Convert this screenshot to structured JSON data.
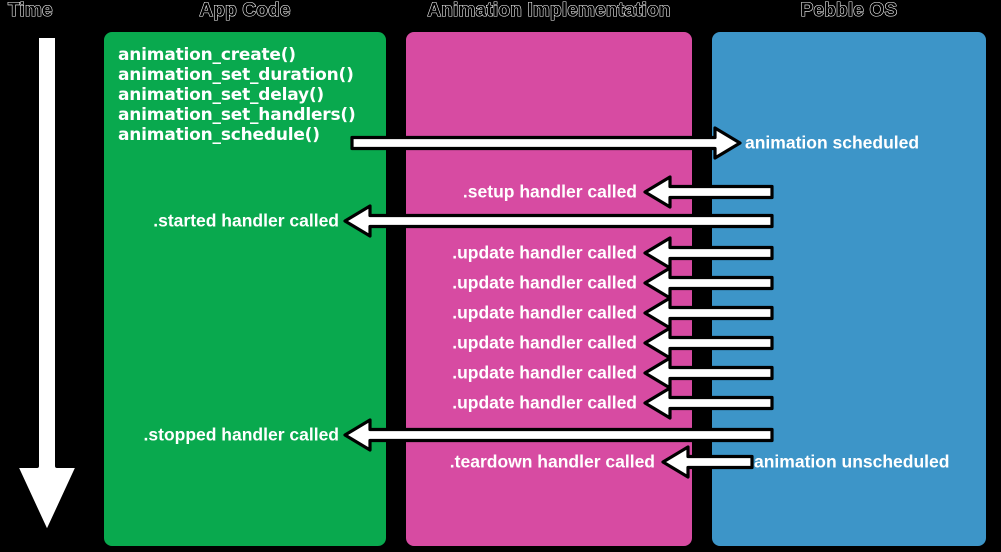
{
  "diagram": {
    "title": "Pebble Animation Sequence Diagram",
    "background": "#000000",
    "time_axis": {
      "label": "Time",
      "direction": "down",
      "arrow_color": "#ffffff",
      "outline_color": "#000000"
    },
    "columns": [
      {
        "key": "app",
        "header": "App Code",
        "color": "#09a94e"
      },
      {
        "key": "impl",
        "header": "Animation Implementation",
        "color": "#d74ba2"
      },
      {
        "key": "os",
        "header": "Pebble OS",
        "color": "#3d95c8"
      }
    ],
    "app_code_calls": [
      "animation_create()",
      "animation_set_duration()",
      "animation_set_delay()",
      "animation_set_handlers()",
      "animation_schedule()"
    ],
    "events": [
      {
        "id": "scheduled",
        "label": "animation scheduled",
        "lane": "os",
        "direction": "right",
        "from": "app",
        "to": "os"
      },
      {
        "id": "setup",
        "label": ".setup handler called",
        "lane": "impl",
        "direction": "left",
        "from": "os",
        "to": "impl"
      },
      {
        "id": "started",
        "label": ".started handler called",
        "lane": "app",
        "direction": "left",
        "from": "os",
        "to": "app"
      },
      {
        "id": "update-1",
        "label": ".update handler called",
        "lane": "impl",
        "direction": "left",
        "from": "os",
        "to": "impl"
      },
      {
        "id": "update-2",
        "label": ".update handler called",
        "lane": "impl",
        "direction": "left",
        "from": "os",
        "to": "impl"
      },
      {
        "id": "update-3",
        "label": ".update handler called",
        "lane": "impl",
        "direction": "left",
        "from": "os",
        "to": "impl"
      },
      {
        "id": "update-4",
        "label": ".update handler called",
        "lane": "impl",
        "direction": "left",
        "from": "os",
        "to": "impl"
      },
      {
        "id": "update-5",
        "label": ".update handler called",
        "lane": "impl",
        "direction": "left",
        "from": "os",
        "to": "impl"
      },
      {
        "id": "update-6",
        "label": ".update handler called",
        "lane": "impl",
        "direction": "left",
        "from": "os",
        "to": "impl"
      },
      {
        "id": "stopped",
        "label": ".stopped handler called",
        "lane": "app",
        "direction": "left",
        "from": "os",
        "to": "app"
      },
      {
        "id": "teardown",
        "label": ".teardown handler called",
        "lane": "impl",
        "direction": "left",
        "from": "os",
        "to": "impl"
      },
      {
        "id": "unscheduled",
        "label": "animation unscheduled",
        "lane": "os",
        "direction": "left",
        "from": "os",
        "to": "impl"
      }
    ],
    "labels": {
      "code_text": "animation_create()\nanimation_set_duration()\nanimation_set_delay()\nanimation_set_handlers()\nanimation_schedule()",
      "animation_scheduled": "animation scheduled",
      "setup_handler": ".setup handler called",
      "started_handler": ".started handler called",
      "update_handler": ".update handler called",
      "stopped_handler": ".stopped handler called",
      "teardown_handler": ".teardown handler called",
      "animation_unscheduled": "animation unscheduled"
    }
  }
}
